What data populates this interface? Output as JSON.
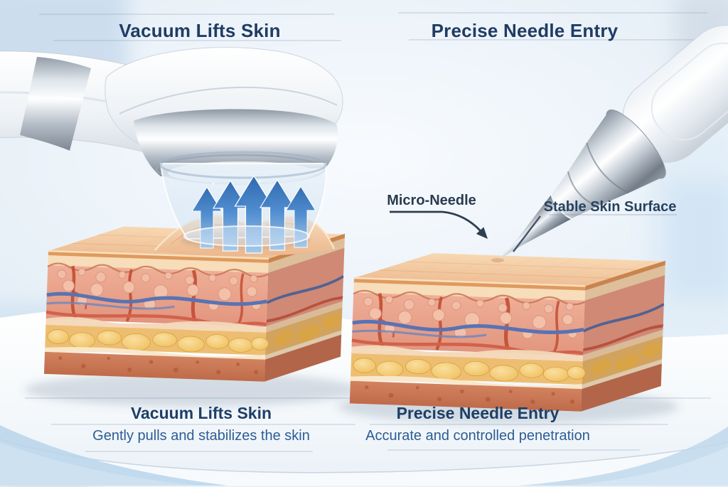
{
  "panels": {
    "left": {
      "header": "Vacuum Lifts Skin",
      "caption_title": "Vacuum Lifts Skin",
      "caption_subtitle": "Gently pulls and stabilizes the skin"
    },
    "right": {
      "header": "Precise Needle Entry",
      "caption_title": "Precise Needle Entry",
      "caption_subtitle": "Accurate and controlled penetration"
    }
  },
  "annotations": {
    "micro_needle_label": "Micro-Needle",
    "stable_skin_label": "Stable Skin Surface"
  },
  "colors": {
    "heading_text": "#1f3c63",
    "caption_subtitle_text": "#2c5d94",
    "annotation_text": "#2a3b4e",
    "arrow_blue": "#3579c4",
    "background_blue": "#dce9f5",
    "skin_tone": "#eec39d",
    "dermis_pink": "#e8a18c",
    "fat_yellow": "#f0c05a",
    "hypodermis_red": "#c9765a",
    "device_silver": "#b9c2cc",
    "device_white": "#f6f8fa"
  }
}
